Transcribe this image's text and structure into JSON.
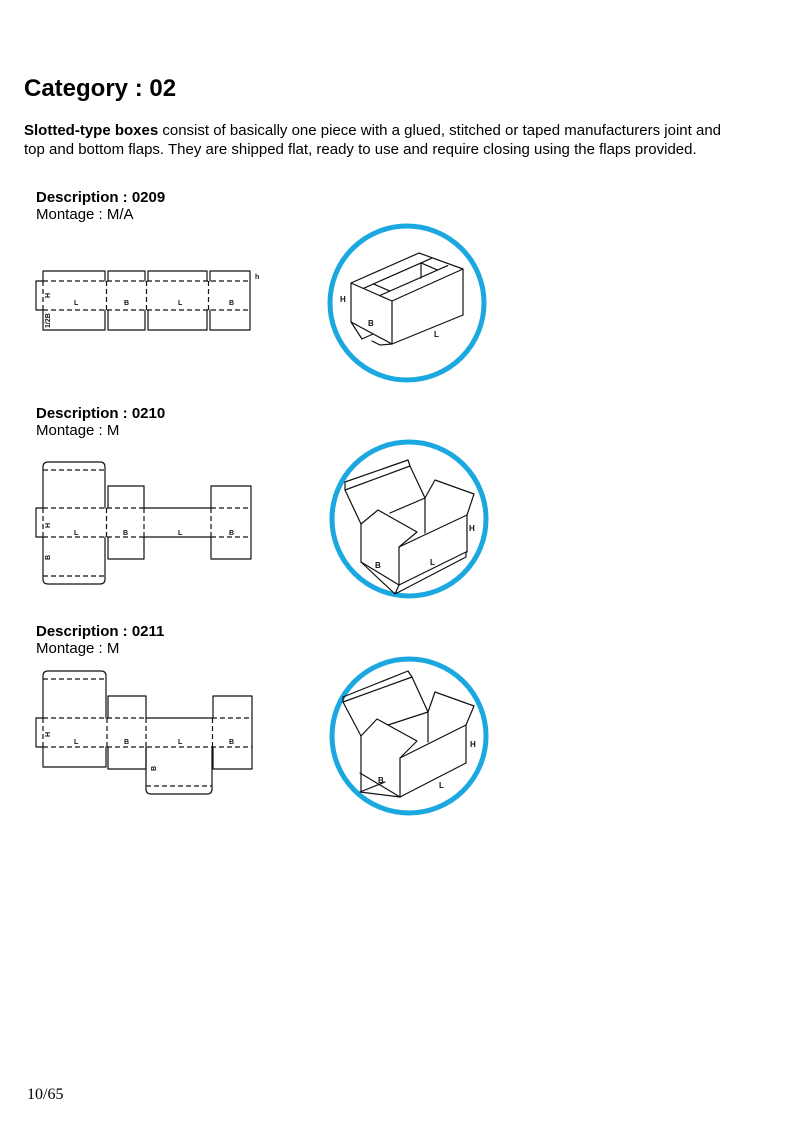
{
  "page": {
    "category_title": "Category : 02",
    "intro": {
      "bold_lead": "Slotted-type boxes",
      "line1_rest": " consist of basically one piece with a glued, stitched or taped manufacturers joint and",
      "line2": "top and bottom flaps. They are shipped flat, ready to use and require closing using the flaps provided."
    },
    "page_number": "10/65"
  },
  "colors": {
    "circle_accent": "#1ba7df",
    "text": "#000000",
    "line": "#111111"
  },
  "items": [
    {
      "description": "Description : 0209",
      "montage": "Montage : M/A",
      "flat_labels": {
        "h": "h",
        "H": "H",
        "L1": "L",
        "B1": "B",
        "L2": "L",
        "B2": "B",
        "half_b": "1/2B"
      },
      "box_labels": {
        "H": "H",
        "B": "B",
        "L": "L"
      }
    },
    {
      "description": "Description : 0210",
      "montage": "Montage : M",
      "flat_labels": {
        "H": "H",
        "L1": "L",
        "B1": "B",
        "L2": "L",
        "B2": "B",
        "B_side": "B"
      },
      "box_labels": {
        "H": "H",
        "B": "B",
        "L": "L"
      }
    },
    {
      "description": "Description : 0211",
      "montage": "Montage : M",
      "flat_labels": {
        "H": "H",
        "L1": "L",
        "B1": "B",
        "L2": "L",
        "B2": "B",
        "B_side": "B"
      },
      "box_labels": {
        "H": "H",
        "B": "B",
        "L": "L"
      }
    }
  ]
}
